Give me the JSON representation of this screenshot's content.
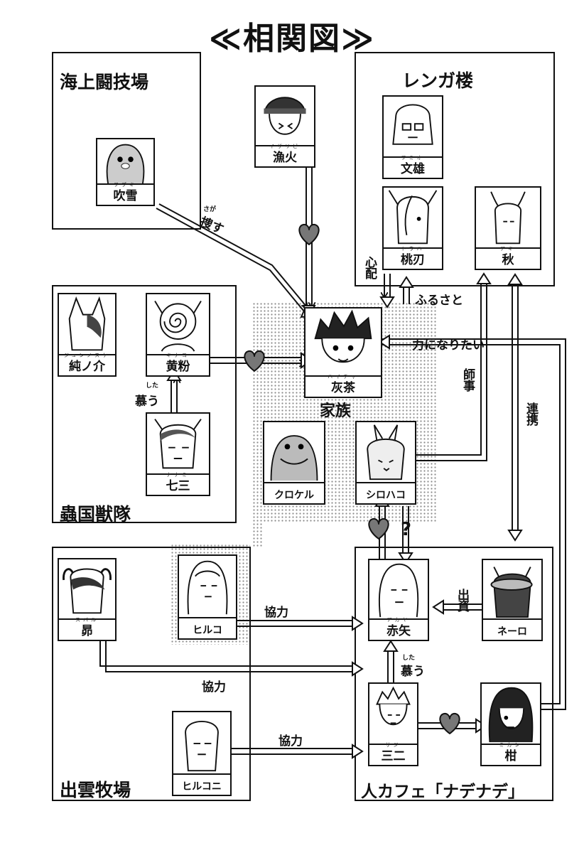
{
  "title": "≪相関図≫",
  "groups": {
    "arena": "海上闘技場",
    "renga": "レンガ楼",
    "kochu": "蟲国獣隊",
    "izumo": "出雲牧場",
    "cafe": "人カフェ「ナデナデ」"
  },
  "family_label": "家族",
  "characters": {
    "fubuki": {
      "name": "吹雪",
      "furigana": "フブキ"
    },
    "isaribi": {
      "name": "漁火",
      "furigana": "イザリビ"
    },
    "fumio": {
      "name": "文雄",
      "furigana": "フミオ"
    },
    "touha": {
      "name": "桃刃",
      "furigana": "トウハ"
    },
    "aki": {
      "name": "秋",
      "furigana": "アキ"
    },
    "junnosuke": {
      "name": "純ノ介",
      "furigana": "ジュンノスケ"
    },
    "kinako": {
      "name": "黄粉",
      "furigana": "キナコ"
    },
    "nanami": {
      "name": "七三",
      "furigana": "ナナミ"
    },
    "haicha": {
      "name": "灰茶",
      "furigana": "ハイチャ"
    },
    "kurokeru": {
      "name": "クロケル",
      "furigana": ""
    },
    "shirohako": {
      "name": "シロハコ",
      "furigana": ""
    },
    "subaru": {
      "name": "昴",
      "furigana": "スバル"
    },
    "hiruko": {
      "name": "ヒルコ",
      "furigana": ""
    },
    "hirukoni": {
      "name": "ヒルコニ",
      "furigana": ""
    },
    "akaya": {
      "name": "赤矢",
      "furigana": "アカヤ"
    },
    "nero": {
      "name": "ネーロ",
      "furigana": ""
    },
    "saji": {
      "name": "三二",
      "furigana": "サジ"
    },
    "mikan": {
      "name": "柑",
      "furigana": "ミカン"
    }
  },
  "relations": {
    "search": "捜す",
    "search_ruby": "さが",
    "worry": "心配",
    "hometown": "ふるさと",
    "want_help": "力になりたい",
    "mentor": "師事",
    "link": "連携",
    "admire": "慕う",
    "admire_ruby": "した",
    "coop": "協力",
    "invest": "出資",
    "question": "?"
  }
}
